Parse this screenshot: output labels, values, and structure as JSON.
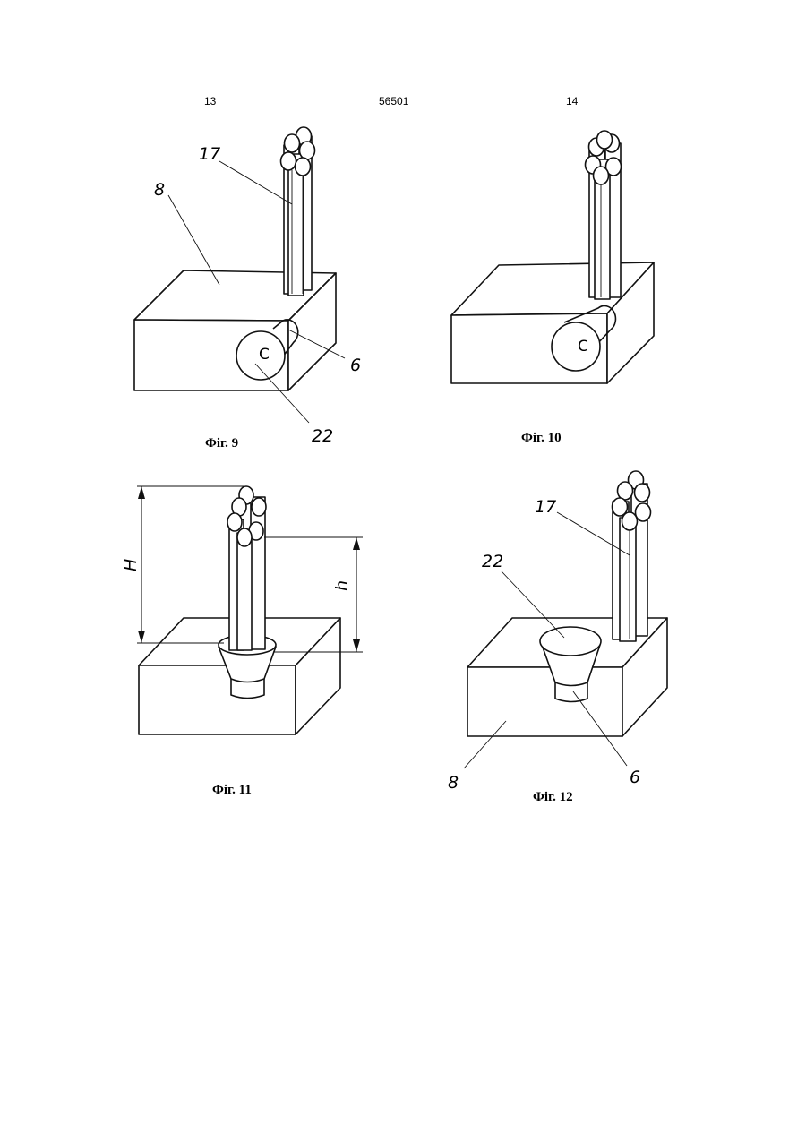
{
  "header": {
    "page_left": "13",
    "doc_number": "56501",
    "page_right": "14"
  },
  "figures": [
    {
      "caption": "Фіг. 9",
      "labels": [
        "17",
        "8",
        "6",
        "22"
      ],
      "mark": "C"
    },
    {
      "caption": "Фіг. 10",
      "labels": [],
      "mark": "C"
    },
    {
      "caption": "Фіг. 11",
      "labels": [
        "H",
        "h"
      ]
    },
    {
      "caption": "Фіг. 12",
      "labels": [
        "17",
        "22",
        "8",
        "6"
      ]
    }
  ]
}
